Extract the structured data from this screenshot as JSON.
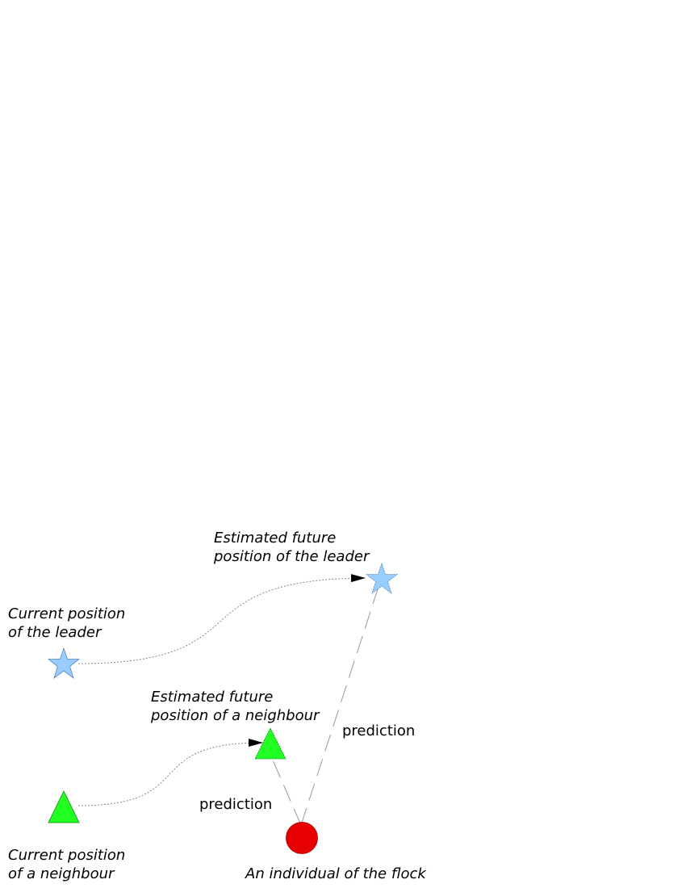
{
  "labels": {
    "leader_current": [
      "Current position",
      "of the leader"
    ],
    "leader_future": [
      "Estimated future",
      "position of the leader"
    ],
    "neighbour_future": [
      "Estimated future",
      "position of a neighbour"
    ],
    "neighbour_current": [
      "Current position",
      "of a neighbour"
    ],
    "individual": "An individual of the flock",
    "prediction_leader": "prediction",
    "prediction_neighbour": "prediction"
  },
  "colors": {
    "leader_star": "#99ccff",
    "neighbour_triangle": "#22ff22",
    "individual_circle": "#e60000",
    "dashed_line": "#999999",
    "dotted_path": "#888888"
  },
  "shapes": {
    "leader": "star",
    "neighbour": "triangle",
    "individual": "circle"
  }
}
